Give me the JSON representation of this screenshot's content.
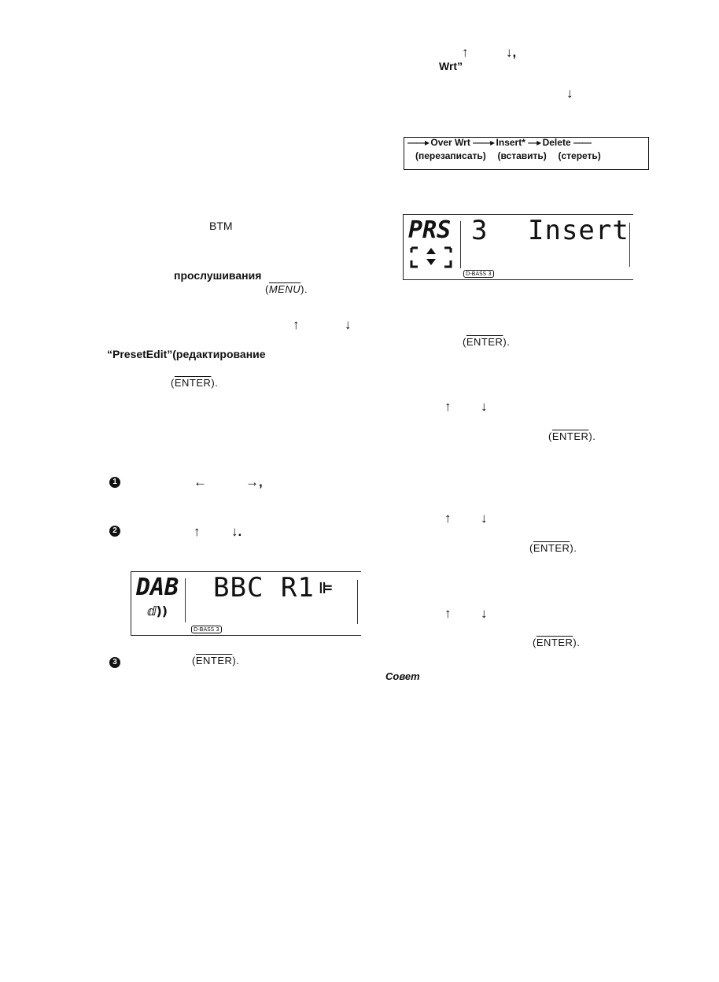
{
  "left_column": {
    "btm": "BTM",
    "listening": "прослушивания",
    "key_menu": "MENU",
    "preset_edit": "“PresetEdit”(редактирование",
    "key_enter_1": "ENTER",
    "step1_arrows": {
      "left": "←",
      "right": "→,"
    },
    "step2_arrows": {
      "up": "↑",
      "down": "↓."
    },
    "step3_key": "ENTER"
  },
  "right_column": {
    "wrt": "Wrt”",
    "top_arrows": {
      "up": "↑",
      "down": "↓,"
    },
    "down_arrow_2": "↓",
    "flow": {
      "items": [
        "Over Wrt",
        "Insert*",
        "Delete"
      ],
      "translations": [
        "(перезаписать)",
        "(вставить)",
        "(стереть)"
      ]
    },
    "key_enter_2": "ENTER",
    "key_enter_3": "ENTER",
    "key_enter_4": "ENTER",
    "key_enter_5": "ENTER",
    "tip": "Совет"
  },
  "arrows": {
    "up": "↑",
    "down": "↓"
  },
  "lcd_insert": {
    "label": "PRS",
    "number": "3",
    "text": "Insert",
    "badge": "D-BASS 3"
  },
  "lcd_dab": {
    "label": "DAB",
    "text": "BBC R1",
    "badge": "D-BASS 3"
  },
  "step_numbers": [
    "1",
    "2",
    "3"
  ]
}
